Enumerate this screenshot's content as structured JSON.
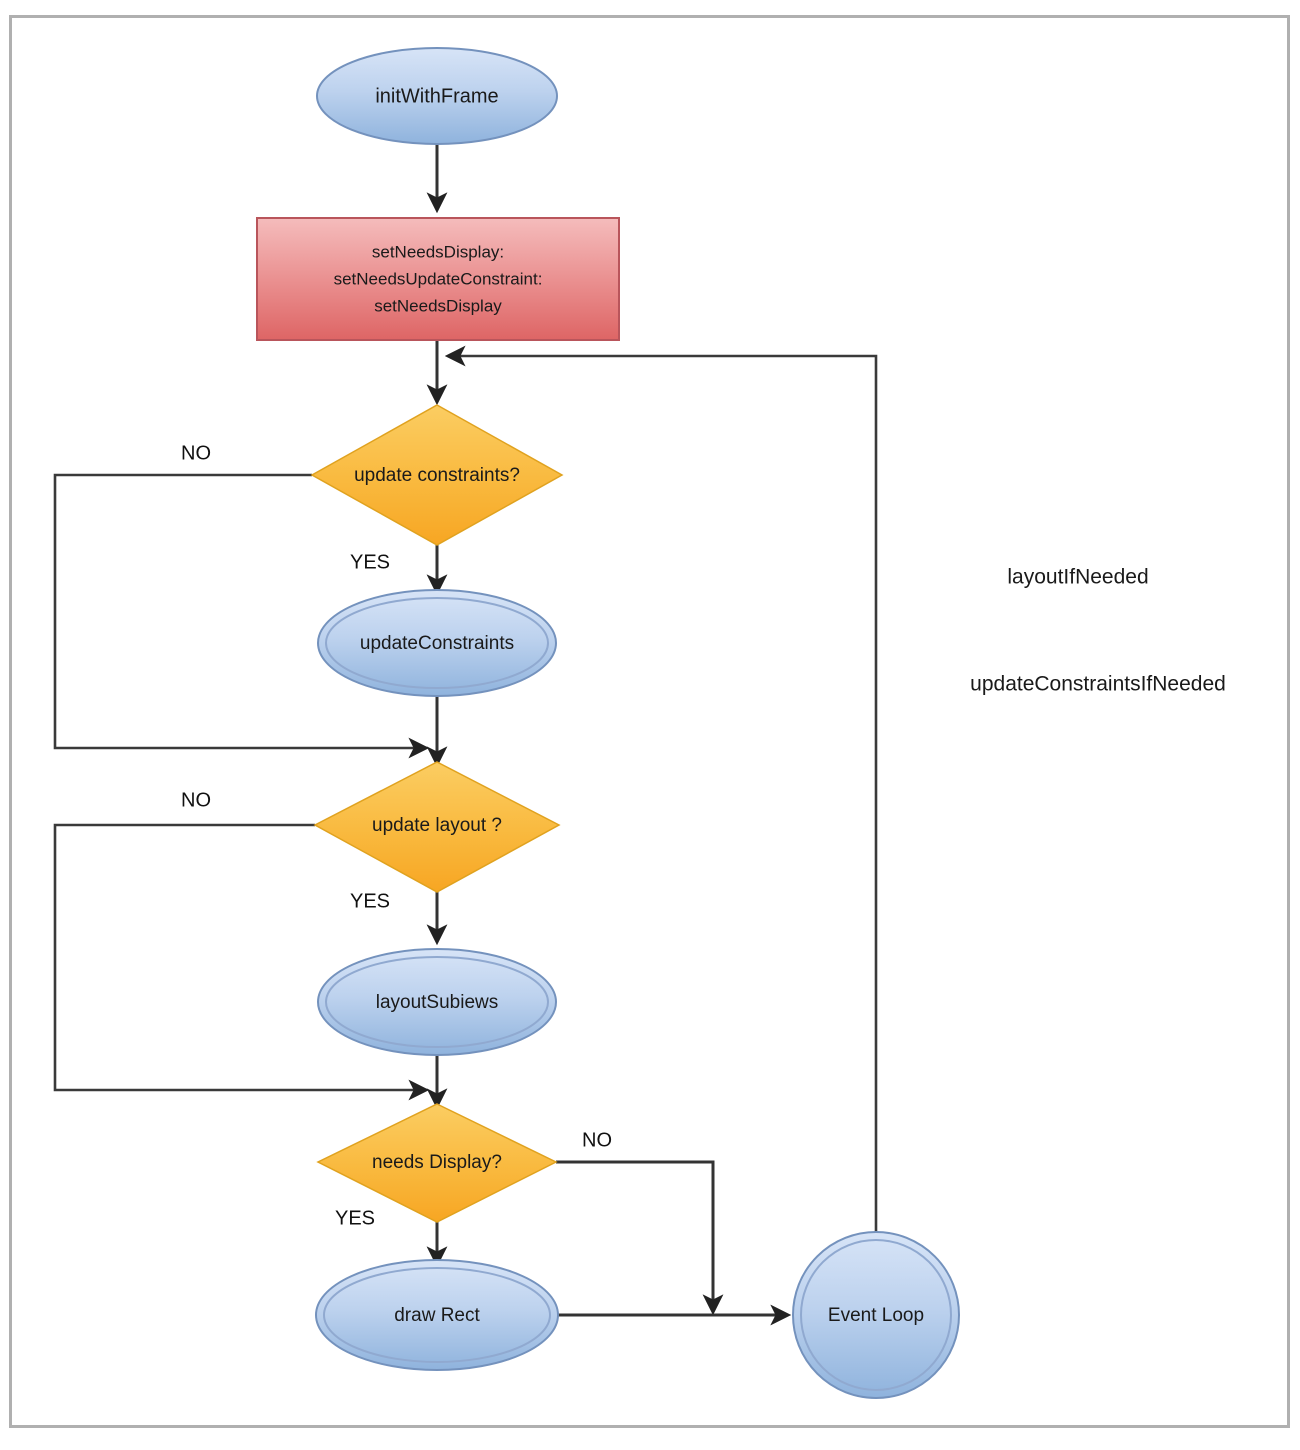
{
  "diagram": {
    "title": "UIView layout and drawing cycle flowchart",
    "colors": {
      "ellipse_fill_top": "#cfe0f5",
      "ellipse_fill_bottom": "#8fb3dd",
      "ellipse_stroke": "#7492bd",
      "diamond_fill_top": "#fac751",
      "diamond_fill_bottom": "#f7a623",
      "diamond_stroke": "#e0a21f",
      "box_fill_top": "#f4b6b6",
      "box_fill_bottom": "#e06c6c",
      "box_stroke": "#b9555b",
      "connector": "#333333",
      "frame_border": "#b0b0b0",
      "text": "#1a1a1a"
    },
    "nodes": {
      "init_with_frame": {
        "label": "initWithFrame",
        "shape": "ellipse"
      },
      "set_needs": {
        "shape": "rectangle",
        "line1": "setNeedsDisplay:",
        "line2": "setNeedsUpdateConstraint:",
        "line3": "setNeedsDisplay"
      },
      "update_constraints_decision": {
        "label": "update constraints?",
        "shape": "diamond"
      },
      "update_constraints": {
        "label": "updateConstraints",
        "shape": "ellipse"
      },
      "update_layout_decision": {
        "label": "update layout ?",
        "shape": "diamond"
      },
      "layout_subviews": {
        "label": "layoutSubiews",
        "shape": "ellipse"
      },
      "needs_display_decision": {
        "label": "needs Display?",
        "shape": "diamond"
      },
      "draw_rect": {
        "label": "draw Rect",
        "shape": "ellipse"
      },
      "event_loop": {
        "label": "Event Loop",
        "shape": "circle"
      }
    },
    "edge_labels": {
      "no_constraints": "NO",
      "yes_constraints": "YES",
      "no_layout": "NO",
      "yes_layout": "YES",
      "no_display": "NO",
      "yes_display": "YES"
    },
    "side_notes": {
      "layout_if_needed": "layoutIfNeeded",
      "update_constraints_if_needed": "updateConstraintsIfNeeded"
    }
  }
}
